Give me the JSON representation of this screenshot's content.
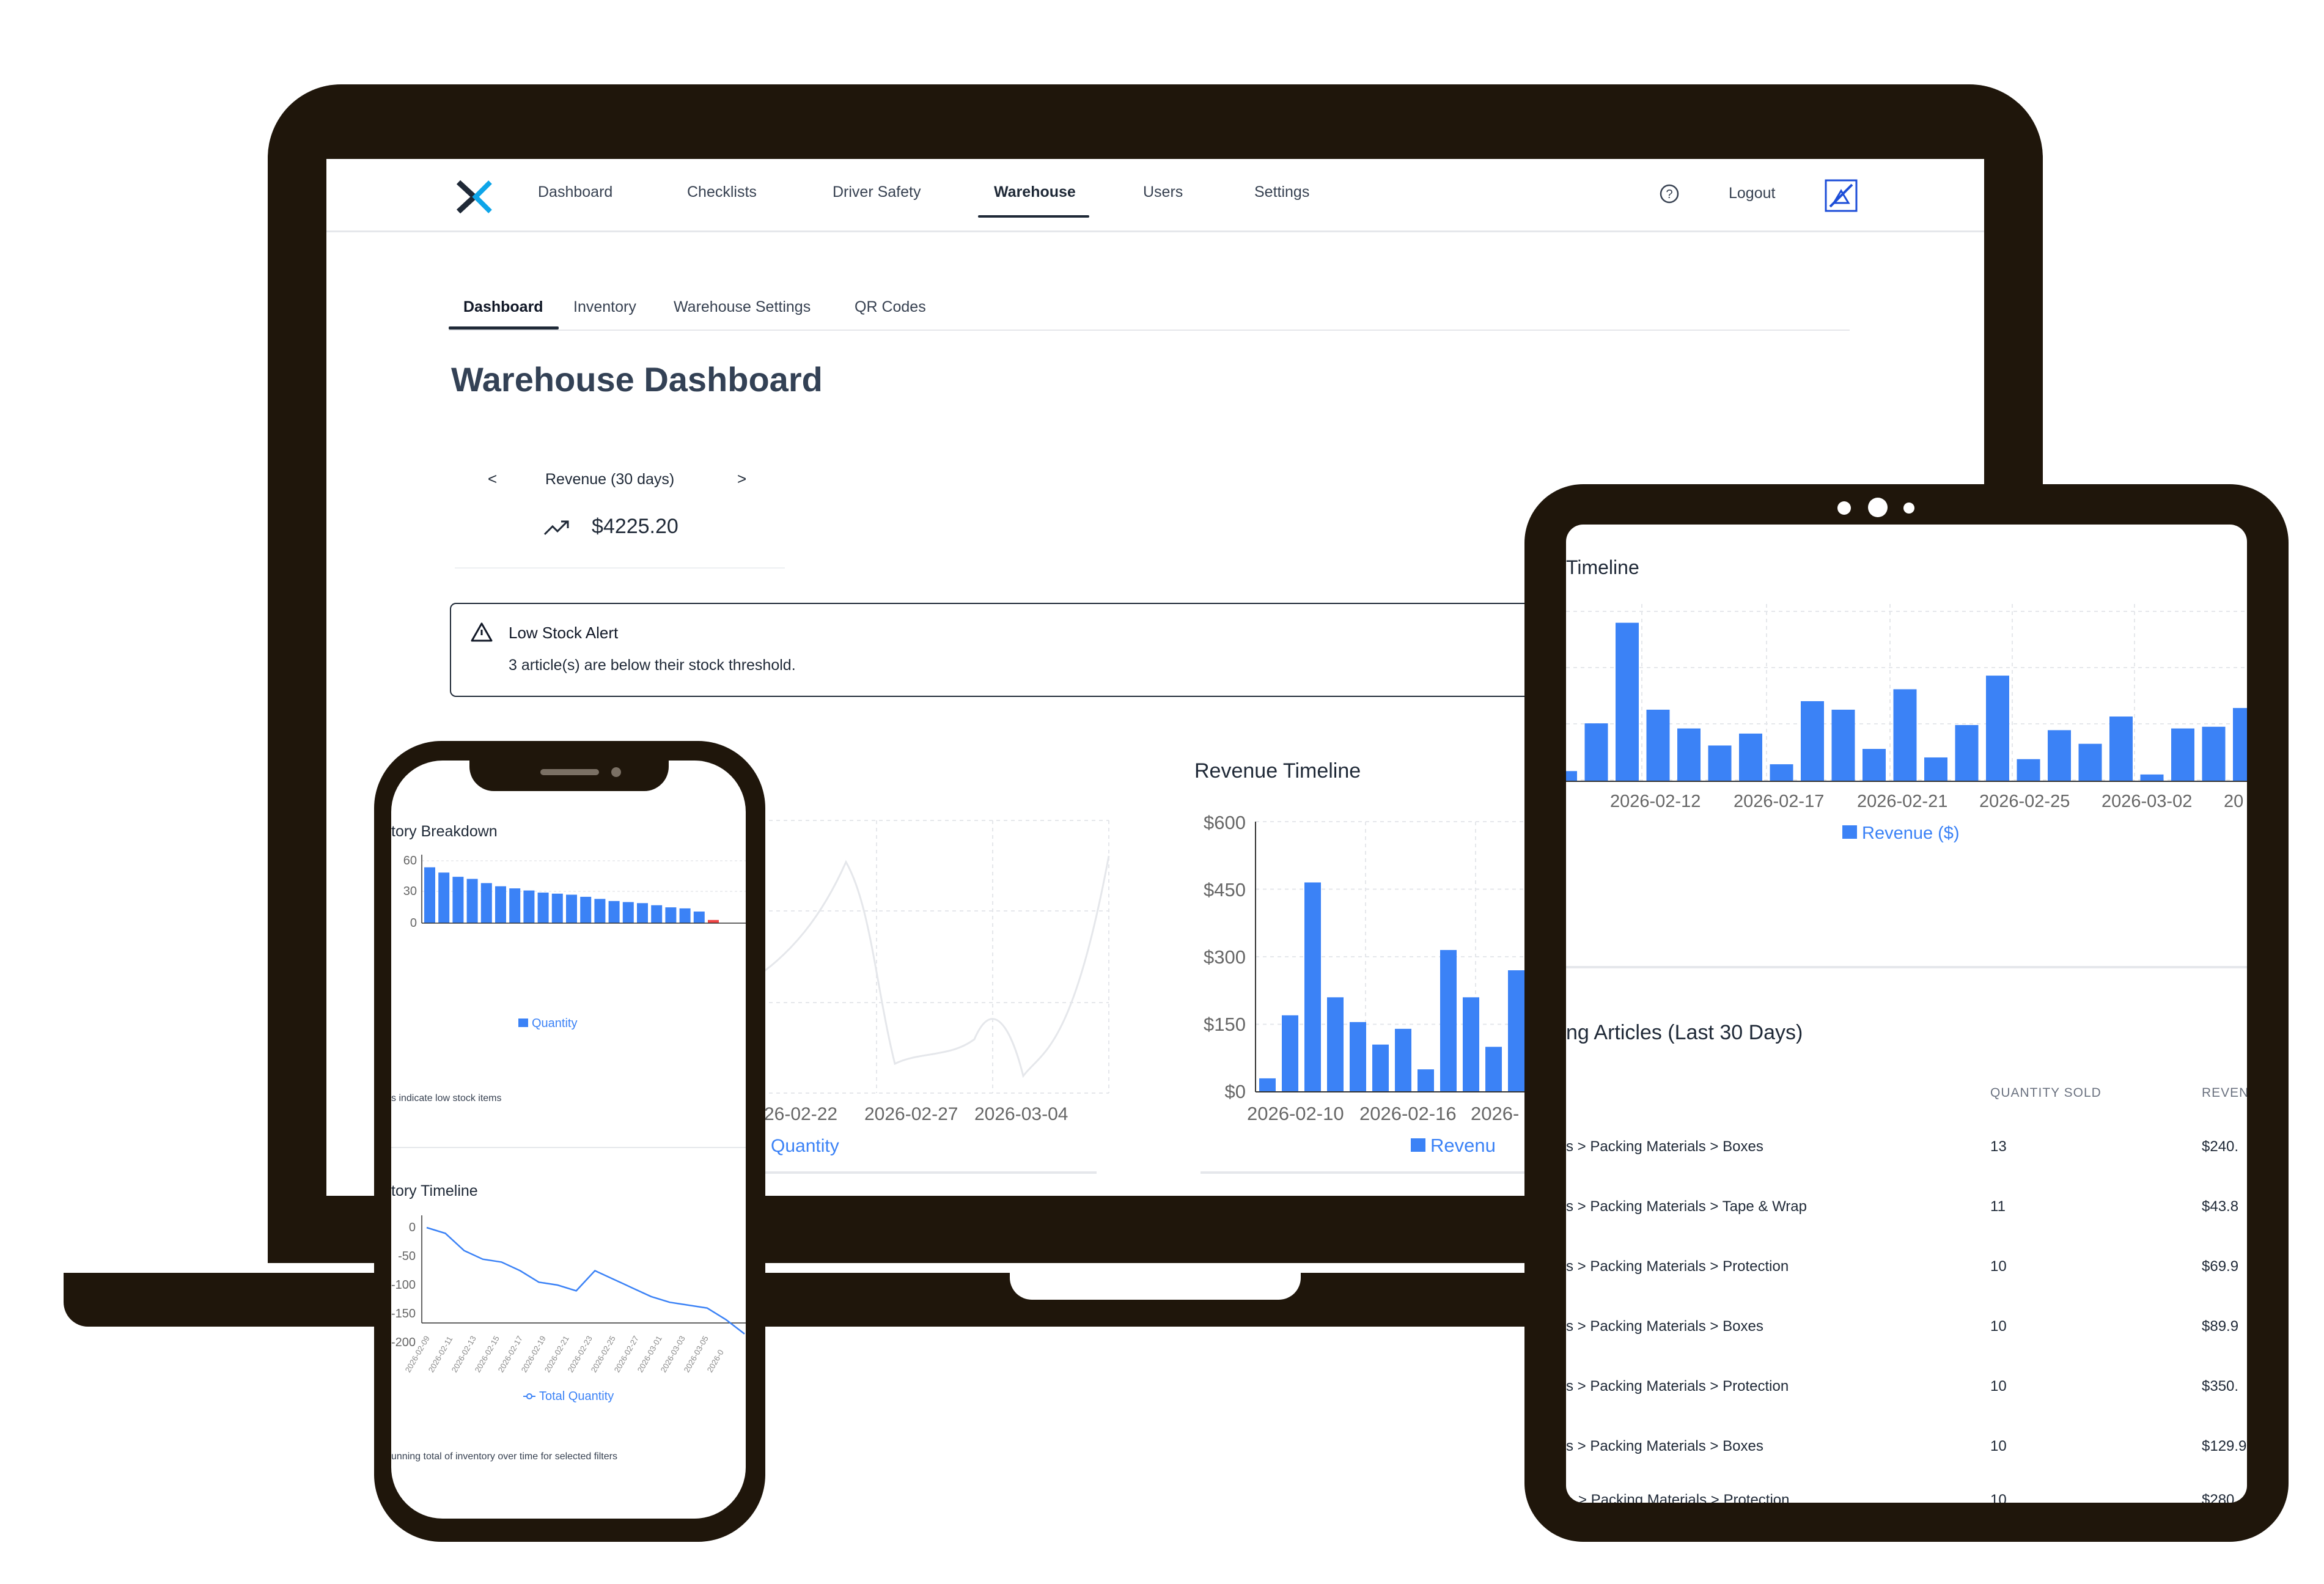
{
  "nav": {
    "items": [
      "Dashboard",
      "Checklists",
      "Driver Safety",
      "Warehouse",
      "Users",
      "Settings"
    ],
    "active": "Warehouse",
    "help_icon": "help-circle-icon",
    "logout_label": "Logout",
    "logo_icon": "x-logo-icon",
    "avatar_icon": "user-avatar-icon"
  },
  "subtabs": {
    "items": [
      "Dashboard",
      "Inventory",
      "Warehouse Settings",
      "QR Codes"
    ],
    "active": "Dashboard"
  },
  "page": {
    "title": "Warehouse Dashboard"
  },
  "revenue_card": {
    "prev_label": "<",
    "label": "Revenue (30 days)",
    "next_label": ">",
    "trend_icon": "trending-up-icon",
    "value": "$4225.20"
  },
  "alert": {
    "icon": "alert-triangle-icon",
    "title": "Low Stock Alert",
    "message": "3 article(s) are below their stock threshold."
  },
  "laptop_quantity_chart": {
    "x_ticks": [
      "26-02-22",
      "2026-02-27",
      "2026-03-04"
    ],
    "legend": "l Quantity"
  },
  "laptop_revenue_chart": {
    "title": "Revenue Timeline",
    "y_ticks": [
      "$600",
      "$450",
      "$300",
      "$150",
      "$0"
    ],
    "x_ticks": [
      "2026-02-10",
      "2026-02-16",
      "2026-"
    ],
    "legend": "Revenu"
  },
  "tablet": {
    "chart_title": "Timeline",
    "x_ticks": [
      "2026-02-12",
      "2026-02-17",
      "2026-02-21",
      "2026-02-25",
      "2026-03-02",
      "20"
    ],
    "legend": "Revenue ($)",
    "table_title": "ng Articles (Last 30 Days)",
    "columns": [
      "QUANTITY SOLD",
      "REVEN"
    ],
    "rows": [
      {
        "article": "s > Packing Materials > Boxes",
        "qty": "13",
        "revenue": "$240."
      },
      {
        "article": "s > Packing Materials > Tape & Wrap",
        "qty": "11",
        "revenue": "$43.8"
      },
      {
        "article": "s > Packing Materials > Protection",
        "qty": "10",
        "revenue": "$69.9"
      },
      {
        "article": "s > Packing Materials > Boxes",
        "qty": "10",
        "revenue": "$89.9"
      },
      {
        "article": "s > Packing Materials > Protection",
        "qty": "10",
        "revenue": "$350."
      },
      {
        "article": "s > Packing Materials > Boxes",
        "qty": "10",
        "revenue": "$129.9"
      },
      {
        "article": "> Packing Materials > Protection",
        "qty": "10",
        "revenue": "$280"
      }
    ]
  },
  "phone": {
    "breakdown_title": "tory Breakdown",
    "breakdown_legend": "Quantity",
    "breakdown_note": "s indicate low stock items",
    "timeline_title": "tory Timeline",
    "timeline_legend": "Total Quantity",
    "timeline_note": "unning total of inventory over time for selected filters",
    "breakdown_y_ticks": [
      "60",
      "30",
      "0"
    ],
    "timeline_y_ticks": [
      "0",
      "-50",
      "-100",
      "-150",
      "-200"
    ]
  },
  "colors": {
    "accent": "#3b82f6",
    "low_stock": "#ef4444",
    "device_frame": "#1f160b",
    "text_primary": "#1f2937"
  },
  "chart_data": [
    {
      "type": "bar",
      "title": "Revenue Timeline",
      "ylabel": "",
      "ylim": [
        0,
        600
      ],
      "y_ticks": [
        "$0",
        "$150",
        "$300",
        "$450",
        "$600"
      ],
      "series": [
        {
          "name": "Revenue ($)",
          "values": [
            30,
            170,
            465,
            210,
            155,
            105,
            140,
            50,
            315,
            210,
            100,
            270
          ]
        }
      ]
    },
    {
      "type": "bar",
      "title": "Timeline",
      "series": [
        {
          "name": "Revenue ($)",
          "values": [
            30,
            170,
            465,
            210,
            155,
            105,
            140,
            50,
            235,
            210,
            95,
            270,
            70,
            165,
            310,
            65,
            150,
            110,
            190,
            20,
            155,
            160,
            215
          ]
        }
      ]
    },
    {
      "type": "bar",
      "title": "tory Breakdown",
      "ylim": [
        0,
        65
      ],
      "series": [
        {
          "name": "Quantity",
          "values": [
            53,
            48,
            44,
            42,
            38,
            35,
            33,
            31,
            29,
            28,
            27,
            25,
            23,
            21,
            20,
            19,
            17,
            15,
            14,
            11,
            3
          ]
        }
      ],
      "low_stock_indices": [
        20
      ]
    },
    {
      "type": "line",
      "title": "tory Timeline",
      "ylim": [
        -200,
        0
      ],
      "x": [
        "2026-02-09",
        "2026-02-11",
        "2026-02-13",
        "2026-02-15",
        "2026-02-17",
        "2026-02-19",
        "2026-02-21",
        "2026-02-23",
        "2026-02-25",
        "2026-02-27",
        "2026-03-01",
        "2026-03-03",
        "2026-03-05",
        "2026-0"
      ],
      "series": [
        {
          "name": "Total Quantity",
          "values": [
            0,
            -10,
            -40,
            -55,
            -60,
            -75,
            -95,
            -100,
            -110,
            -75,
            -90,
            -105,
            -120,
            -130,
            -135,
            -140,
            -160,
            -185
          ]
        }
      ]
    }
  ]
}
